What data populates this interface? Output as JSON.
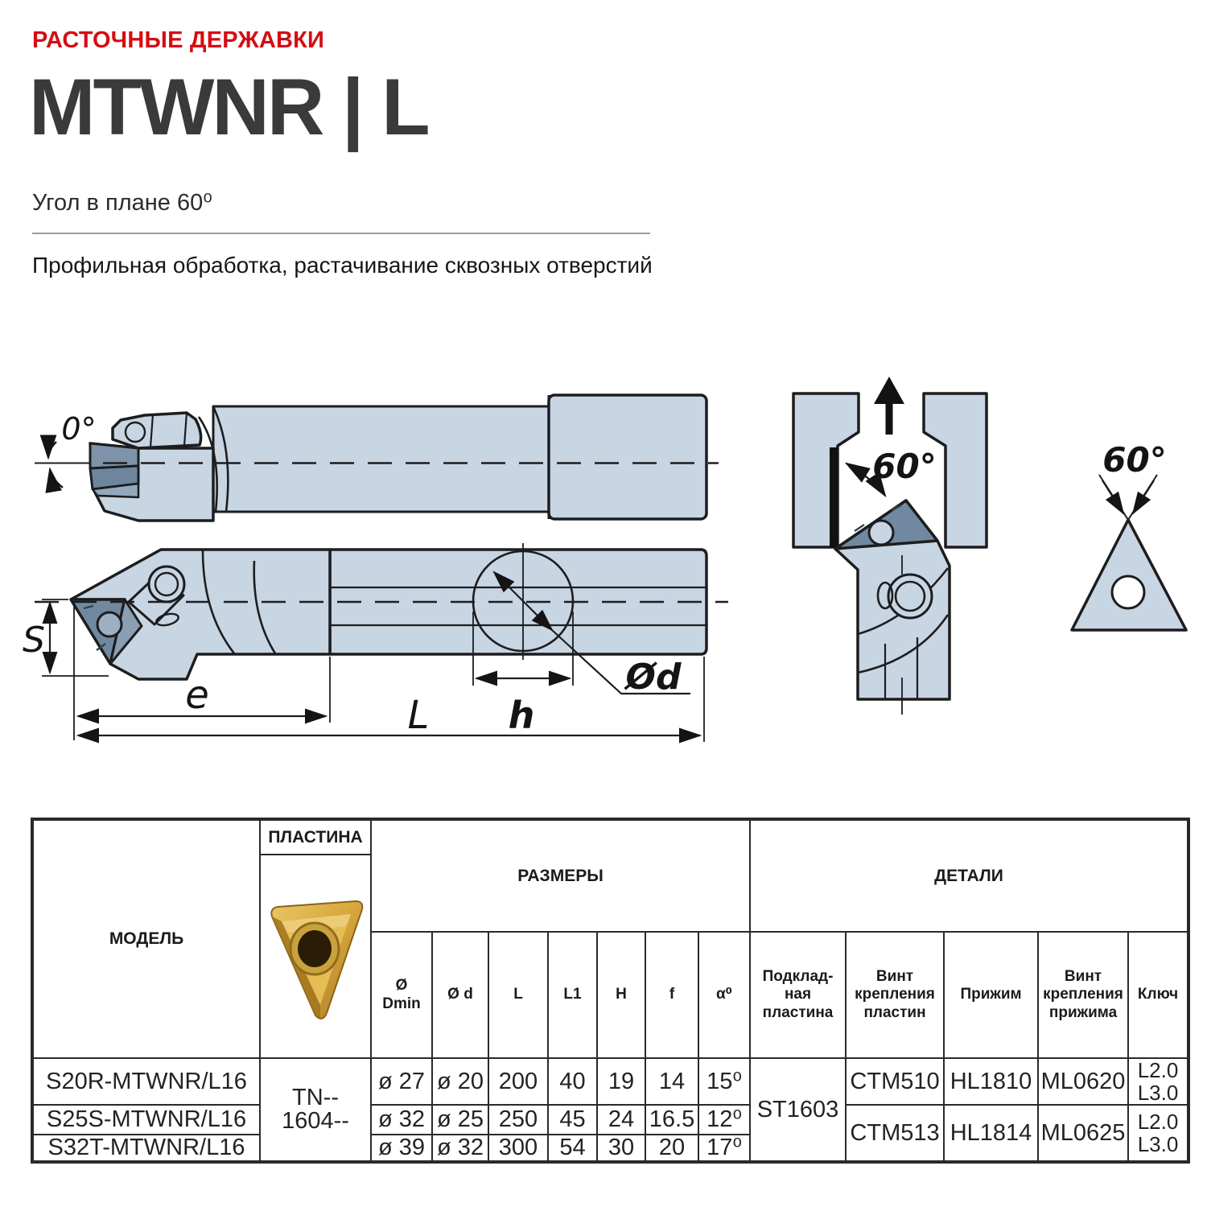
{
  "page": {
    "category": "РАСТОЧНЫЕ ДЕРЖАВКИ",
    "title": "MTWNR | L",
    "subtitle": "Угол в плане 60⁰",
    "description": "Профильная обработка, растачивание сквозных отверстий"
  },
  "diagram": {
    "accent_fill": "#c8d5e2",
    "insert_fill": "#7089a1",
    "labels": {
      "rake_angle": "0°",
      "slot_angle": "60°",
      "insert_angle": "60°",
      "dim_s": "S",
      "dim_e": "e",
      "dim_l": "L",
      "dim_h": "h",
      "dim_d": "Ød"
    }
  },
  "table": {
    "col_model": "МОДЕЛЬ",
    "col_plate": "ПЛАСТИНА",
    "group_dimensions": "РАЗМЕРЫ",
    "group_details": "ДЕТАЛИ",
    "sub": {
      "dmin": "Ø\nDmin",
      "d": "Ø d",
      "l": "L",
      "l1": "L1",
      "h": "H",
      "f": "f",
      "alpha": "α⁰",
      "shim": "Подклад-\nная\nпластина",
      "insert_screw": "Винт\nкрепления\nпластин",
      "clamp": "Прижим",
      "clamp_screw": "Винт\nкрепления\nприжима",
      "key": "Ключ"
    },
    "plate_code": "TN--\n1604--",
    "shim_value": "ST1603",
    "rows": [
      {
        "model": "S20R-MTWNR/L16",
        "dmin": "ø 27",
        "d": "ø 20",
        "l": "200",
        "l1": "40",
        "h": "19",
        "f": "14",
        "alpha": "15⁰",
        "insert_screw": "CTM510",
        "clamp": "HL1810",
        "clamp_screw": "ML0620",
        "key": "L2.0\nL3.0"
      },
      {
        "model": "S25S-MTWNR/L16",
        "dmin": "ø 32",
        "d": "ø 25",
        "l": "250",
        "l1": "45",
        "h": "24",
        "f": "16.5",
        "alpha": "12⁰",
        "insert_screw": "CTM513",
        "clamp": "HL1814",
        "clamp_screw": "ML0625",
        "key": "L2.0\nL3.0"
      },
      {
        "model": "S32T-MTWNR/L16",
        "dmin": "ø 39",
        "d": "ø 32",
        "l": "300",
        "l1": "54",
        "h": "30",
        "f": "20",
        "alpha": "17⁰"
      }
    ]
  }
}
